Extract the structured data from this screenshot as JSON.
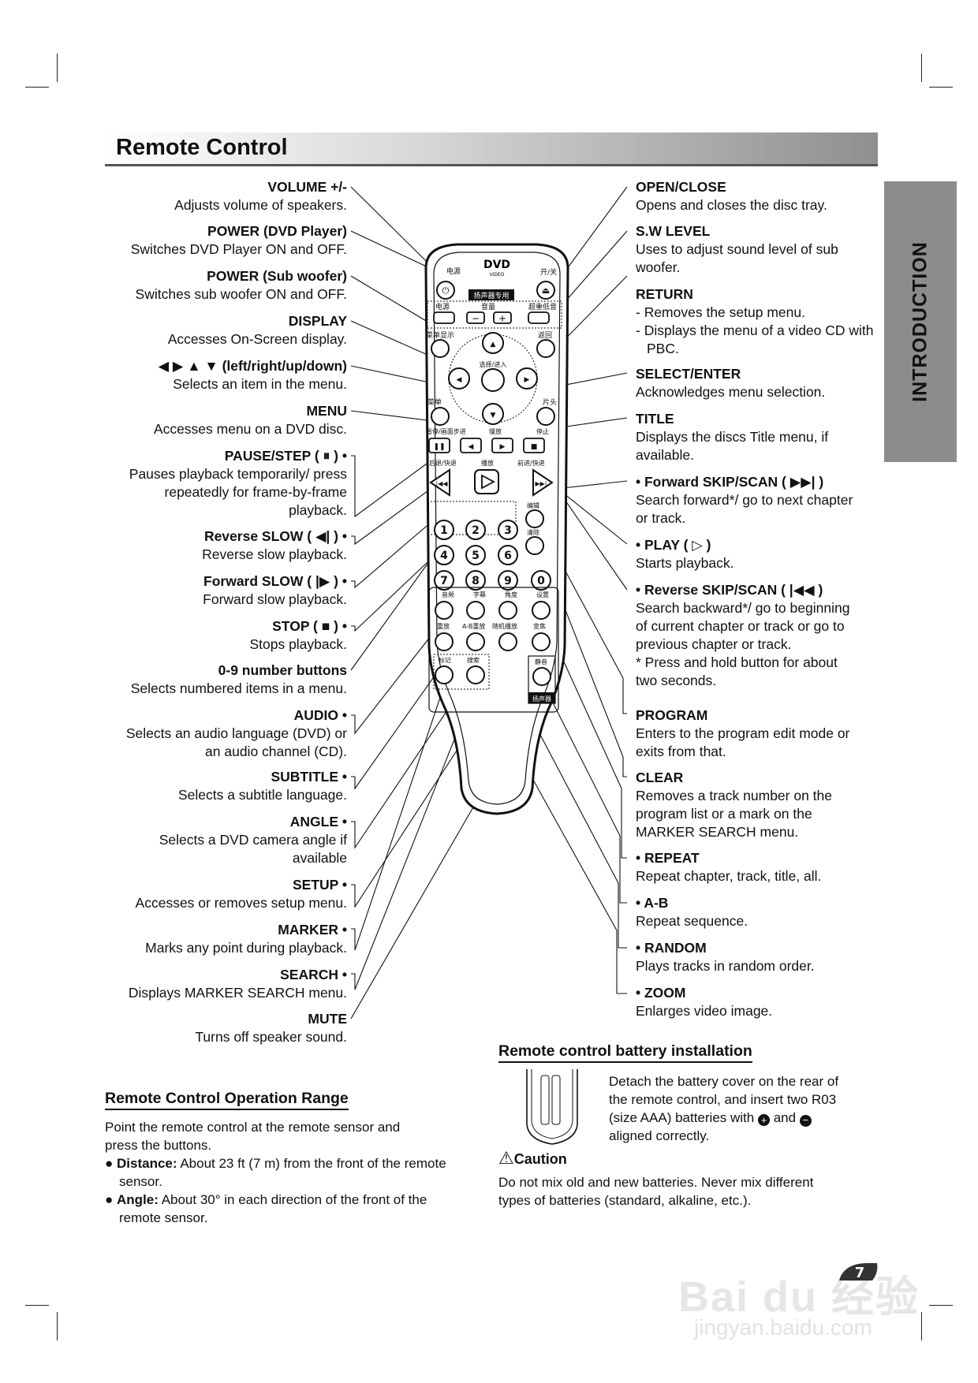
{
  "header": {
    "title": "Remote Control",
    "side_tab": "INTRODUCTION"
  },
  "left_labels": [
    {
      "name": "VOLUME +/-",
      "desc": [
        "Adjusts volume of speakers."
      ]
    },
    {
      "name": "POWER (DVD Player)",
      "desc": [
        "Switches DVD Player ON and OFF."
      ]
    },
    {
      "name": "POWER (Sub woofer)",
      "desc": [
        "Switches sub woofer ON and OFF."
      ]
    },
    {
      "name": "DISPLAY",
      "desc": [
        "Accesses On-Screen display."
      ]
    },
    {
      "name": "◀ ▶ ▲ ▼ (left/right/up/down)",
      "desc": [
        "Selects an item in the menu."
      ]
    },
    {
      "name": "MENU",
      "desc": [
        "Accesses menu on a DVD disc."
      ]
    },
    {
      "name": "PAUSE/STEP ( ⏸ ) •",
      "desc": [
        "Pauses playback temporarily/ press",
        "repeatedly for frame-by-frame",
        "playback."
      ]
    },
    {
      "name": "Reverse SLOW ( ◀| ) •",
      "desc": [
        "Reverse slow playback."
      ]
    },
    {
      "name": "Forward SLOW ( |▶ ) •",
      "desc": [
        "Forward slow playback."
      ]
    },
    {
      "name": "STOP ( ■ ) •",
      "desc": [
        "Stops playback."
      ]
    },
    {
      "name": "0-9 number buttons",
      "desc": [
        "Selects numbered items in a menu."
      ]
    },
    {
      "name": "AUDIO •",
      "desc": [
        "Selects an audio language (DVD) or",
        "an audio channel (CD)."
      ]
    },
    {
      "name": "SUBTITLE •",
      "desc": [
        "Selects a subtitle language."
      ]
    },
    {
      "name": "ANGLE •",
      "desc": [
        "Selects a DVD camera angle if",
        "available"
      ]
    },
    {
      "name": "SETUP •",
      "desc": [
        "Accesses or removes setup menu."
      ]
    },
    {
      "name": "MARKER •",
      "desc": [
        "Marks any point during playback."
      ]
    },
    {
      "name": "SEARCH •",
      "desc": [
        "Displays MARKER SEARCH menu."
      ]
    },
    {
      "name": "MUTE",
      "desc": [
        "Turns off speaker sound."
      ]
    }
  ],
  "right_labels": [
    {
      "name": "OPEN/CLOSE",
      "desc": [
        "Opens and closes the disc tray."
      ]
    },
    {
      "name": "S.W LEVEL",
      "desc": [
        "Uses to adjust sound level of sub",
        "woofer."
      ]
    },
    {
      "name": "RETURN",
      "desc": [
        "- Removes the setup menu.",
        "- Displays the menu of a video CD with PBC."
      ]
    },
    {
      "name": "SELECT/ENTER",
      "desc": [
        "Acknowledges menu selection."
      ]
    },
    {
      "name": "TITLE",
      "desc": [
        "Displays the discs Title menu, if",
        "available."
      ]
    },
    {
      "name": "• Forward SKIP/SCAN ( ▶▶| )",
      "desc": [
        "Search forward*/ go to next chapter",
        "or track."
      ]
    },
    {
      "name": "• PLAY ( ▷ )",
      "desc": [
        "Starts playback."
      ]
    },
    {
      "name": "• Reverse SKIP/SCAN ( |◀◀ )",
      "desc": [
        "Search backward*/ go to beginning",
        "of current chapter or track or go to",
        "previous chapter or track."
      ]
    },
    {
      "name": "",
      "desc": [
        "* Press and hold button for about",
        "two seconds."
      ]
    },
    {
      "name": "PROGRAM",
      "desc": [
        "Enters to the program edit mode or",
        "exits from that."
      ]
    },
    {
      "name": "CLEAR",
      "desc": [
        "Removes a track number on the",
        "program list or a mark on the",
        "MARKER SEARCH menu."
      ]
    },
    {
      "name": "• REPEAT",
      "desc": [
        "Repeat chapter, track, title, all."
      ]
    },
    {
      "name": "• A-B",
      "desc": [
        "Repeat sequence."
      ]
    },
    {
      "name": "• RANDOM",
      "desc": [
        "Plays tracks in random order."
      ]
    },
    {
      "name": "• ZOOM",
      "desc": [
        "Enlarges video image."
      ]
    }
  ],
  "remote": {
    "logo": "DVD",
    "logo_sub": "VIDEO",
    "labels": {
      "power": "电源",
      "open": "开/关",
      "speaker_only": "扬声器专用",
      "sub_power": "电源",
      "volume": "音量",
      "sw_level": "超重低音",
      "display": "菜单显示",
      "return": "返回",
      "enter": "选择/进入",
      "menu": "菜单",
      "title": "片头",
      "pause": "暂停/画面步进",
      "slow": "慢放",
      "stop": "停止",
      "rev_scan": "后退/快退",
      "play": "播放",
      "fwd_scan": "前进/快进",
      "program": "编辑",
      "clear": "清除",
      "audio": "音频",
      "subtitle": "字幕",
      "angle": "角度",
      "setup": "设置",
      "repeat": "重放",
      "ab": "A-B重放",
      "random": "随机播放",
      "zoom": "变焦",
      "marker": "标记",
      "search": "搜索",
      "mute": "静音",
      "speaker": "扬声器"
    },
    "digits": [
      "1",
      "2",
      "3",
      "4",
      "5",
      "6",
      "7",
      "8",
      "9",
      "0"
    ]
  },
  "battery": {
    "heading": "Remote control battery installation",
    "text": [
      "Detach the battery cover on the rear of",
      "the remote control, and insert two R03",
      "(size AAA) batteries with",
      "and",
      "aligned correctly."
    ],
    "caution_title": "Caution",
    "caution_text": [
      "Do not mix old and new batteries. Never mix different",
      "types of batteries (standard, alkaline, etc.)."
    ]
  },
  "range": {
    "heading": "Remote Control Operation Range",
    "intro": [
      "Point the remote control at the remote sensor and",
      "press the buttons."
    ],
    "distance_label": "Distance:",
    "distance_text": "About 23 ft (7 m) from the front of the remote sensor.",
    "angle_label": "Angle:",
    "angle_text": "About 30° in each direction of the front of the remote sensor."
  },
  "page_number": "7",
  "watermark": {
    "main": "Bai du 经验",
    "sub": "jingyan.baidu.com"
  }
}
